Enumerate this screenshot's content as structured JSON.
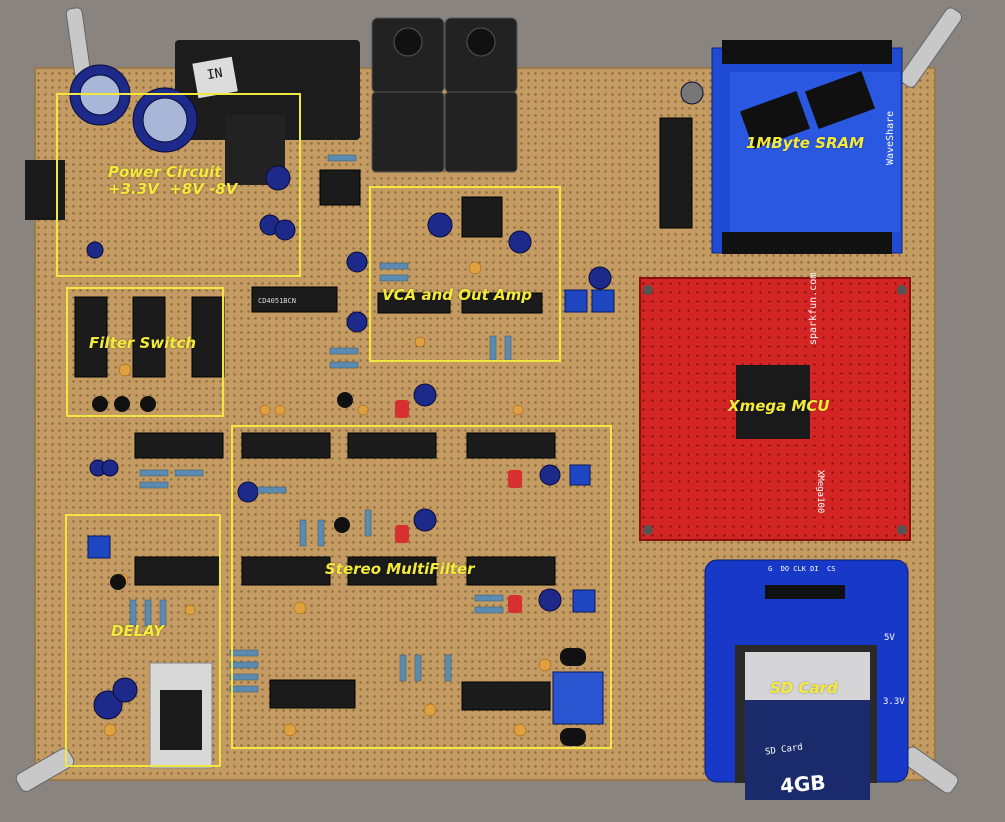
{
  "photo": {
    "colors": {
      "background": "#8a8480",
      "board": "#c7a06a",
      "annotation": "#f2e640",
      "mcu_board": "#d42525",
      "sd_board": "#1838c8",
      "sram_board": "#1e4bd2"
    }
  },
  "annotations": [
    {
      "id": "power",
      "label": "Power Circuit\n+3.3V  +8V -8V"
    },
    {
      "id": "vca",
      "label": "VCA and Out Amp"
    },
    {
      "id": "filter_switch",
      "label": "Filter Switch"
    },
    {
      "id": "multifilter",
      "label": "Stereo MultiFilter"
    },
    {
      "id": "delay",
      "label": "DELAY"
    },
    {
      "id": "sram",
      "label": "1MByte SRAM"
    },
    {
      "id": "mcu",
      "label": "Xmega MCU"
    },
    {
      "id": "sdcard",
      "label": "SD Card"
    }
  ],
  "board_markings": {
    "jack_label": "IN",
    "sparkfun": "sparkfun.com",
    "xmega": "XMega100",
    "waveshare": "WaveShare",
    "sd_capacity": "4GB",
    "sd_type": "SD Card",
    "sd_pins": "G  DO CLK DI  CS",
    "sd_5v": "5V",
    "sd_33v": "3.3V",
    "chip_cd4051": "CD4051BCN"
  }
}
